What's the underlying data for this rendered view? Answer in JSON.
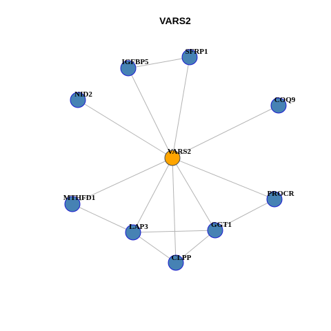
{
  "title": "VARS2",
  "colors": {
    "hub_fill": "#FFA500",
    "node_fill": "#4682B4",
    "node_stroke": "#1C1CCF",
    "edge": "#B3B3B3"
  },
  "nodes": [
    {
      "id": "VARS2",
      "label": "VARS2",
      "hub": true
    },
    {
      "id": "SFRP1",
      "label": "SFRP1"
    },
    {
      "id": "IGFBP5",
      "label": "IGFBP5"
    },
    {
      "id": "NID2",
      "label": "NID2"
    },
    {
      "id": "COQ9",
      "label": "COQ9"
    },
    {
      "id": "MTHFD1",
      "label": "MTHFD1"
    },
    {
      "id": "PROCR",
      "label": "PROCR"
    },
    {
      "id": "LAP3",
      "label": "LAP3"
    },
    {
      "id": "GGT1",
      "label": "GGT1"
    },
    {
      "id": "CLPP",
      "label": "CLPP"
    }
  ],
  "edges": [
    [
      "IGFBP5",
      "SFRP1"
    ],
    [
      "VARS2",
      "SFRP1"
    ],
    [
      "VARS2",
      "IGFBP5"
    ],
    [
      "VARS2",
      "NID2"
    ],
    [
      "VARS2",
      "COQ9"
    ],
    [
      "VARS2",
      "MTHFD1"
    ],
    [
      "VARS2",
      "PROCR"
    ],
    [
      "VARS2",
      "LAP3"
    ],
    [
      "VARS2",
      "GGT1"
    ],
    [
      "VARS2",
      "CLPP"
    ],
    [
      "MTHFD1",
      "LAP3"
    ],
    [
      "LAP3",
      "GGT1"
    ],
    [
      "LAP3",
      "CLPP"
    ],
    [
      "GGT1",
      "CLPP"
    ],
    [
      "GGT1",
      "PROCR"
    ]
  ]
}
